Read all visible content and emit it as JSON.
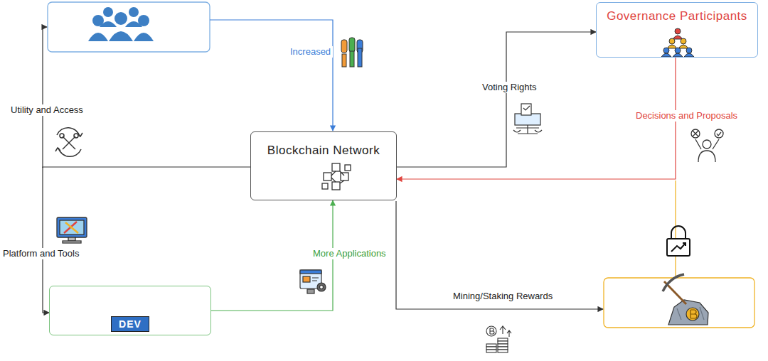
{
  "diagram": {
    "nodes": [
      {
        "text": [
          "Governance Participants"
        ]
      },
      {
        "text": [
          "Blockchain Network"
        ]
      },
      {
        "text": [
          "DEV"
        ]
      }
    ],
    "edges": [
      {
        "from": 1,
        "to": 0,
        "label": "Voting Rights",
        "arrow": "to"
      },
      {
        "from": 0,
        "to": 1,
        "label": "Decisions and Proposals",
        "arrow": "to"
      },
      {
        "from": 2,
        "to": 1,
        "label": "More Applications",
        "arrow": "to"
      },
      {
        "from": 1,
        "to": 2,
        "label": "Platform and Tools",
        "arrow": "to"
      }
    ],
    "labels": [
      "Increased",
      "Utility and Access",
      "Mining/Staking Rewards"
    ]
  }
}
